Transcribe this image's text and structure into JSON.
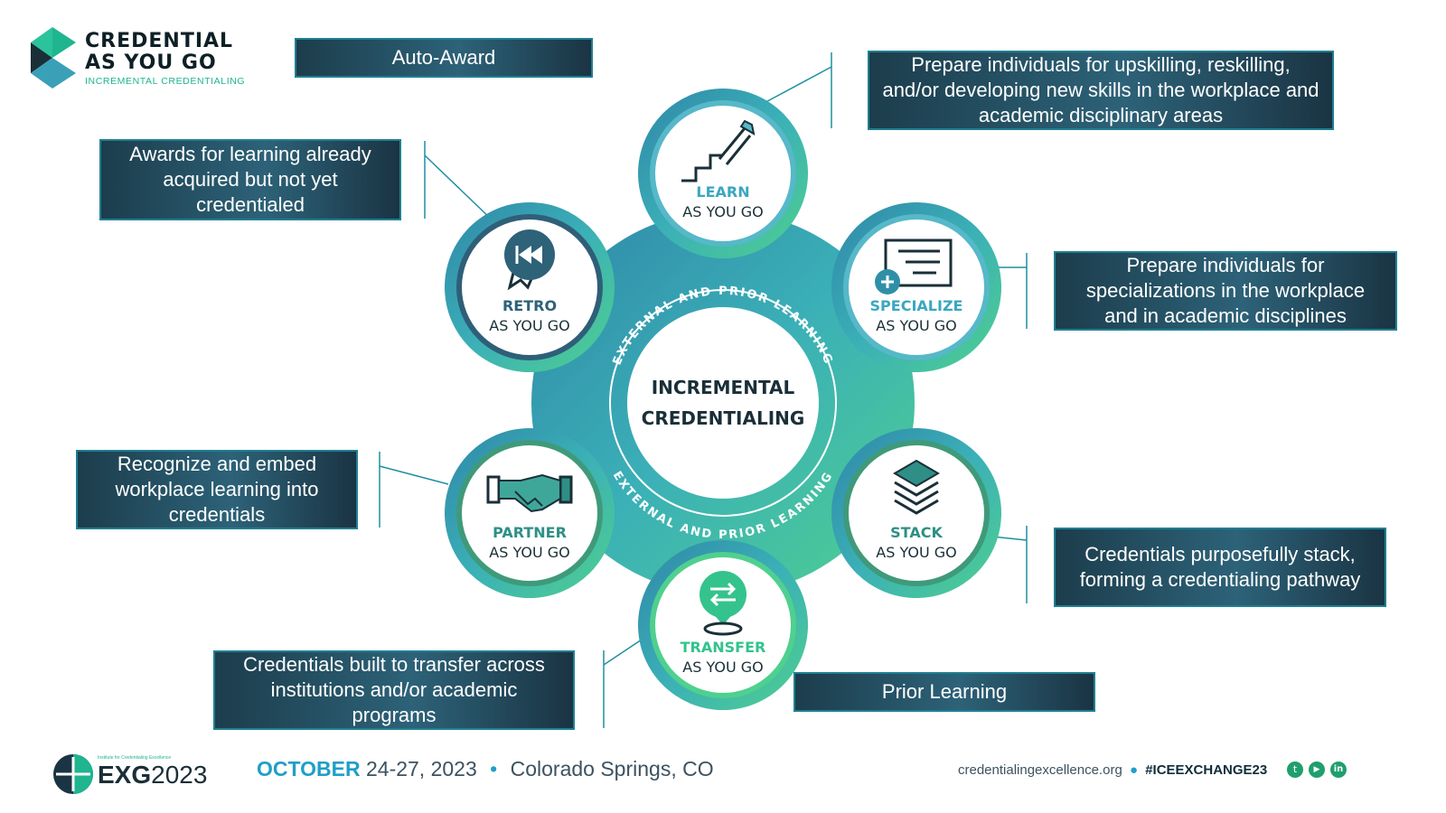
{
  "logo": {
    "line1": "CREDENTIAL",
    "line2": "AS YOU GO",
    "subtitle": "INCREMENTAL CREDENTIALING"
  },
  "callouts": {
    "auto_award": "Auto-Award",
    "prepare_upskilling": "Prepare individuals for upskilling, reskilling, and/or developing new skills in the workplace and academic disciplinary areas",
    "awards_learning": "Awards for learning already acquired but not yet credentialed",
    "prepare_specializations": "Prepare individuals for specializations in the workplace and in academic disciplines",
    "recognize_embed": "Recognize and embed workplace learning into credentials",
    "stack_pathway": "Credentials purposefully stack, forming a credentialing pathway",
    "transfer_across": "Credentials built to transfer across institutions and/or academic programs",
    "prior_learning": "Prior Learning"
  },
  "diagram": {
    "center_line1": "INCREMENTAL",
    "center_line2": "CREDENTIALING",
    "ring_text_top": "EXTERNAL AND PRIOR LEARNING",
    "ring_text_bottom": "EXTERNAL AND PRIOR LEARNING",
    "nodes": {
      "learn": {
        "title": "LEARN",
        "sub": "AS YOU GO",
        "icon": "stairs-pencil-icon"
      },
      "specialize": {
        "title": "SPECIALIZE",
        "sub": "AS YOU GO",
        "icon": "certificate-plus-icon"
      },
      "stack": {
        "title": "STACK",
        "sub": "AS YOU GO",
        "icon": "stacked-layers-icon"
      },
      "transfer": {
        "title": "TRANSFER",
        "sub": "AS YOU GO",
        "icon": "transfer-pin-icon"
      },
      "partner": {
        "title": "PARTNER",
        "sub": "AS YOU GO",
        "icon": "handshake-icon"
      },
      "retro": {
        "title": "RETRO",
        "sub": "AS YOU GO",
        "icon": "rewind-ribbon-icon"
      }
    }
  },
  "footer": {
    "exg_small": "Institute for Credentialing Excellence",
    "exg_bold": "EXG",
    "exg_year": "2023",
    "month": "OCTOBER",
    "dates": "24-27, 2023",
    "bullet": "•",
    "location": "Colorado Springs, CO",
    "site": "credentialingexcellence.org",
    "hashtag": "#ICEEXCHANGE23",
    "social_icons": [
      "twitter-icon",
      "youtube-icon",
      "linkedin-icon"
    ]
  },
  "colors": {
    "teal_dark": "#1c3d4c",
    "teal_border": "#1f7f92",
    "green": "#1fb58e",
    "blue": "#1f9fc8"
  }
}
